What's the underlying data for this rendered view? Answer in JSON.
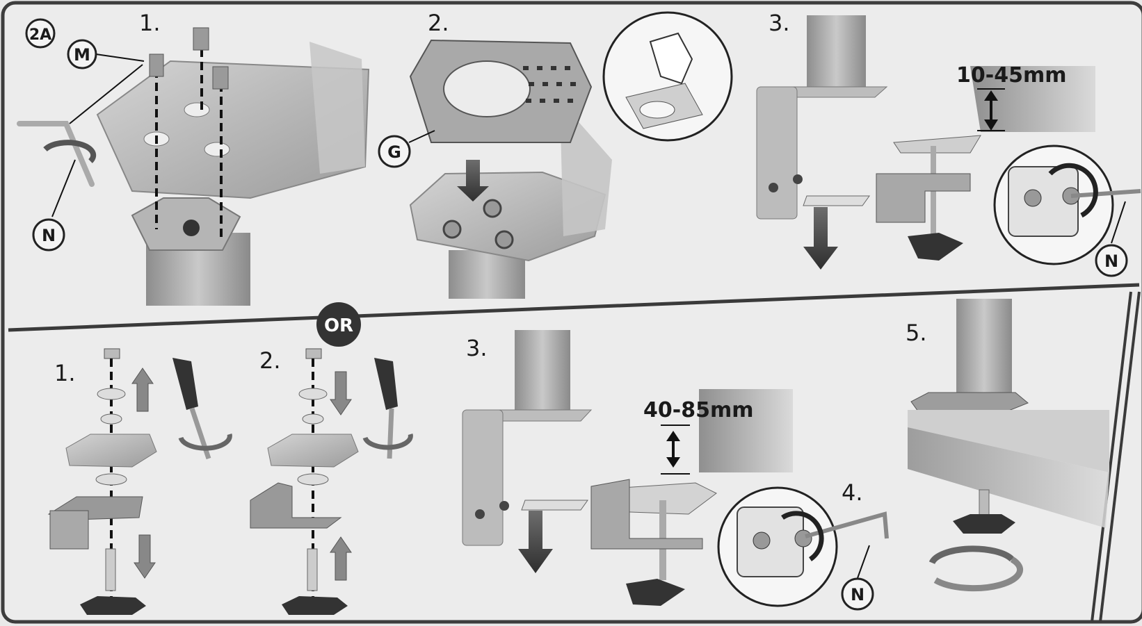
{
  "top_section": {
    "badge": "2A",
    "step1": {
      "number": "1.",
      "label_m": "M",
      "label_n": "N"
    },
    "step2": {
      "number": "2.",
      "label_g": "G"
    },
    "step3": {
      "number": "3.",
      "dimension": "10-45mm",
      "label_n": "N"
    }
  },
  "divider": {
    "or_label": "OR"
  },
  "bottom_section": {
    "step1": {
      "number": "1."
    },
    "step2": {
      "number": "2."
    },
    "step3": {
      "number": "3.",
      "dimension": "40-85mm"
    },
    "step4": {
      "number": "4.",
      "label_n": "N"
    },
    "step5": {
      "number": "5."
    }
  }
}
